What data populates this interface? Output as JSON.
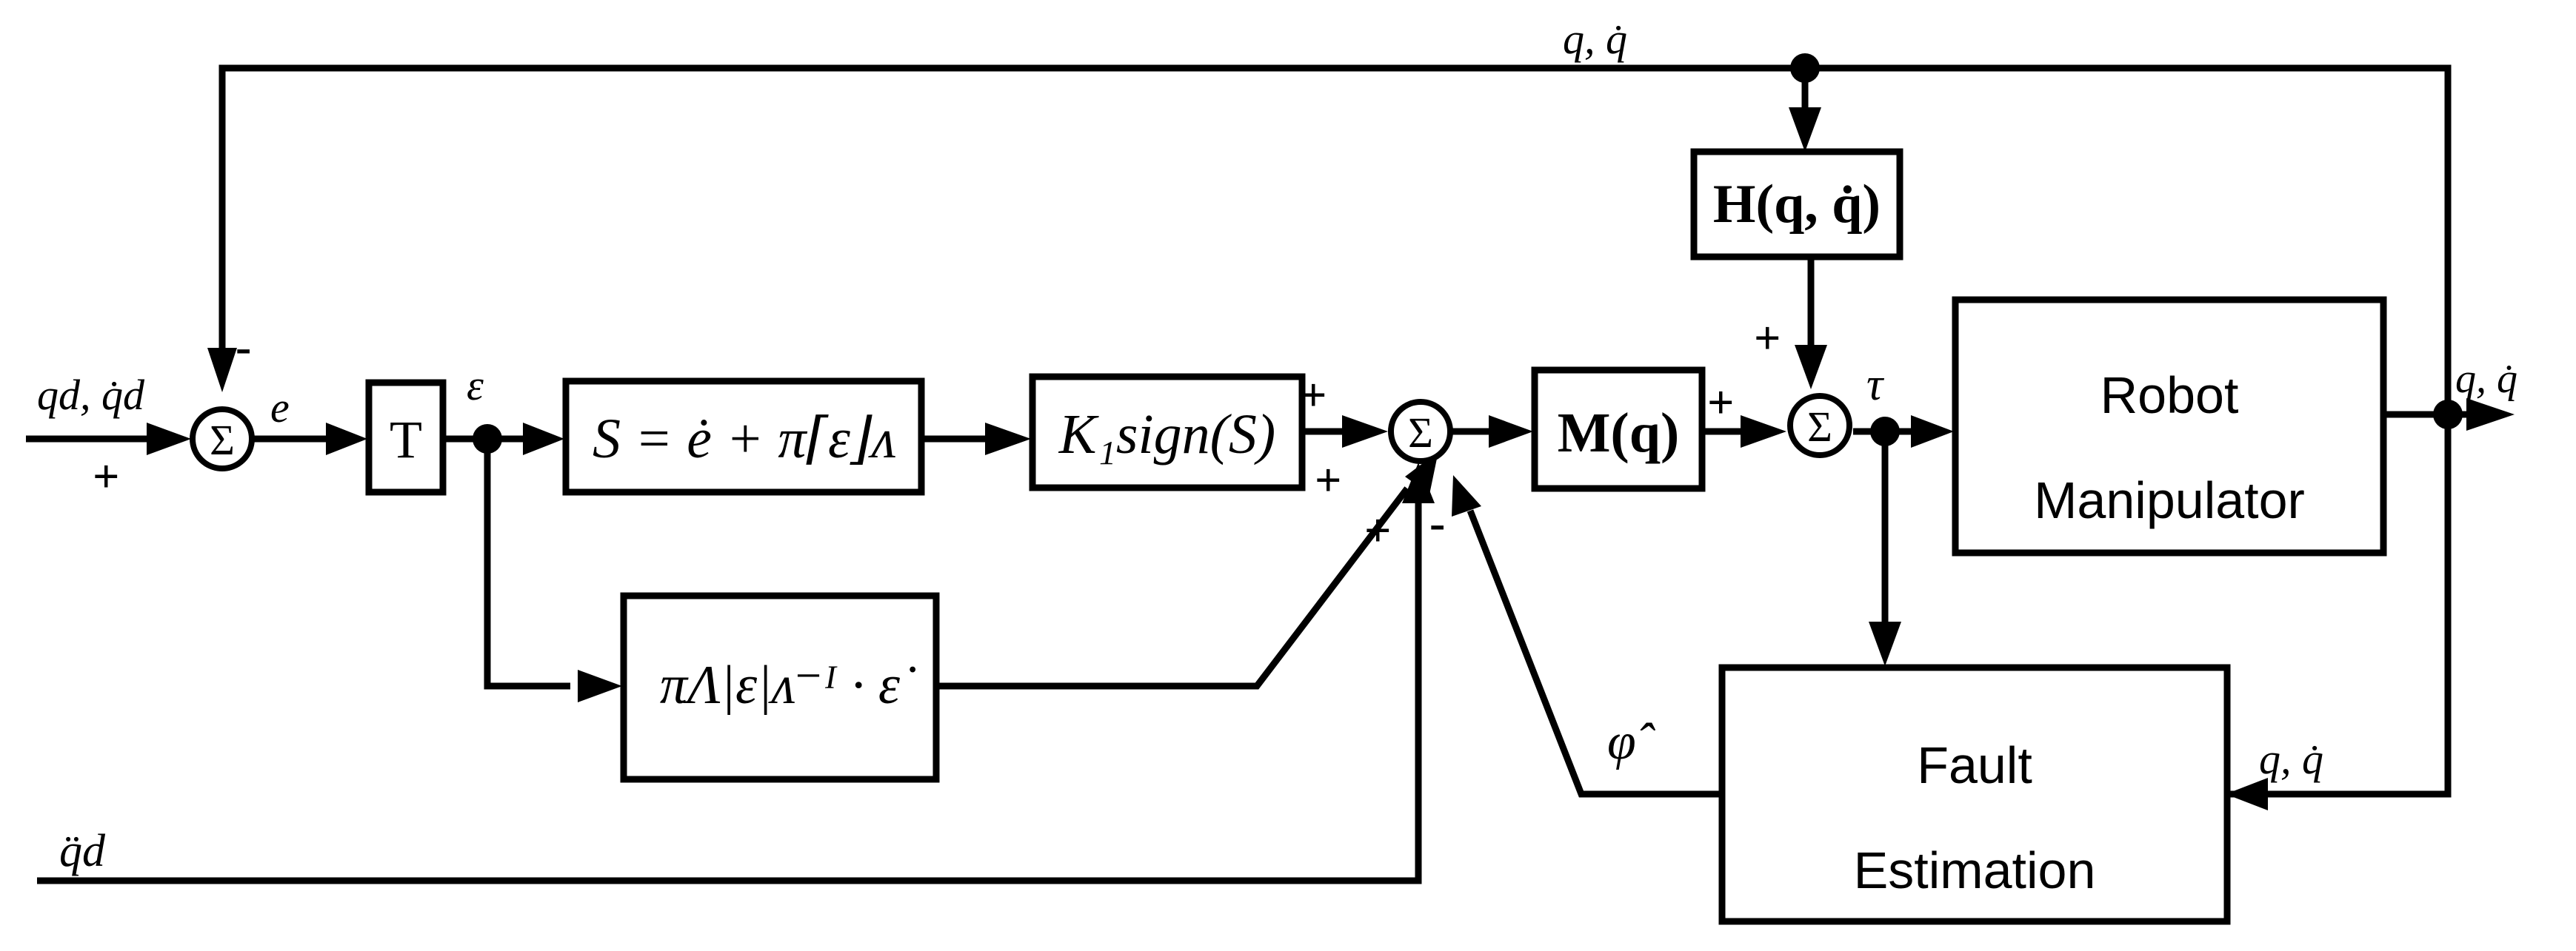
{
  "blocks": {
    "t": "T",
    "h": "H(q, q̇)",
    "m": "M(q)",
    "k": "K₁sign(S)",
    "s": "S = ė + π⌈ε⌋ᴧ",
    "pi": "πΛ|ε|ᴧ⁻ᴵ · ε̇",
    "robot_l1": "Robot",
    "robot_l2": "Manipulator",
    "fault_l1": "Fault",
    "fault_l2": "Estimation"
  },
  "signals": {
    "input": "qd, q̇d",
    "e": "e",
    "eps": "ε",
    "tau": "τ",
    "phi": "φ̂",
    "qdd": "q̈d",
    "top": "q, q̇",
    "out": "q, q̇",
    "fb": "q, q̇"
  },
  "sum_symbol": "Σ",
  "signs": {
    "s1_plus": "+",
    "s1_minus": "-",
    "s2_plus_k": "+",
    "s2_plus_pi": "+",
    "s2_plus_qdd": "+",
    "s2_minus": "-",
    "s3_plus_m": "+",
    "s3_plus_h": "+"
  }
}
